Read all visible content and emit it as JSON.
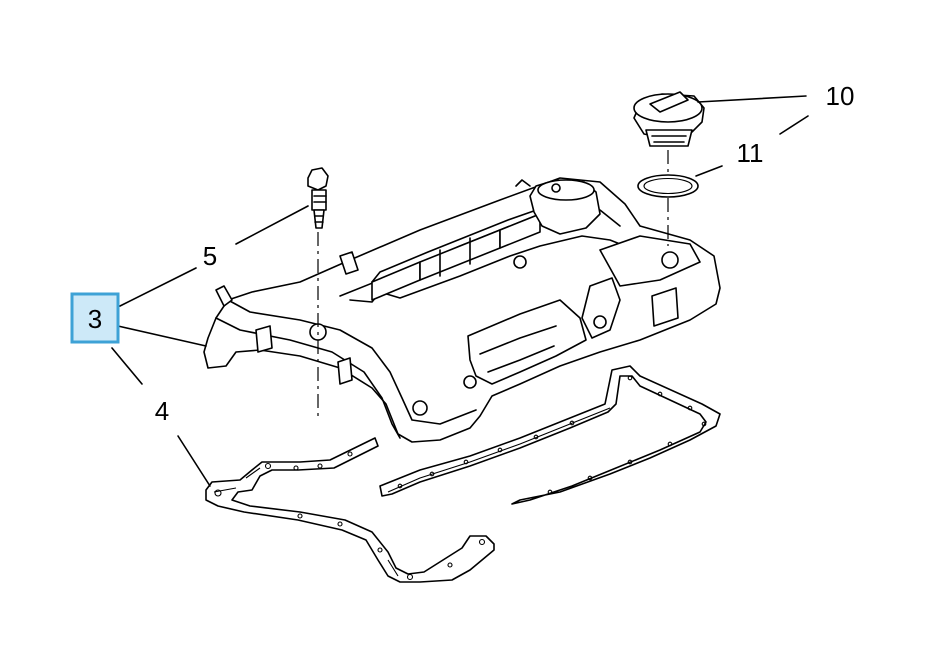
{
  "callouts": [
    {
      "id": "3",
      "label": "3",
      "highlighted": true
    },
    {
      "id": "4",
      "label": "4",
      "highlighted": false
    },
    {
      "id": "5",
      "label": "5",
      "highlighted": false
    },
    {
      "id": "10",
      "label": "10",
      "highlighted": false
    },
    {
      "id": "11",
      "label": "11",
      "highlighted": false
    }
  ],
  "colors": {
    "highlight_fill": "#cde9f8",
    "highlight_border": "#3ea2d6",
    "line": "#000000",
    "background": "#ffffff"
  }
}
